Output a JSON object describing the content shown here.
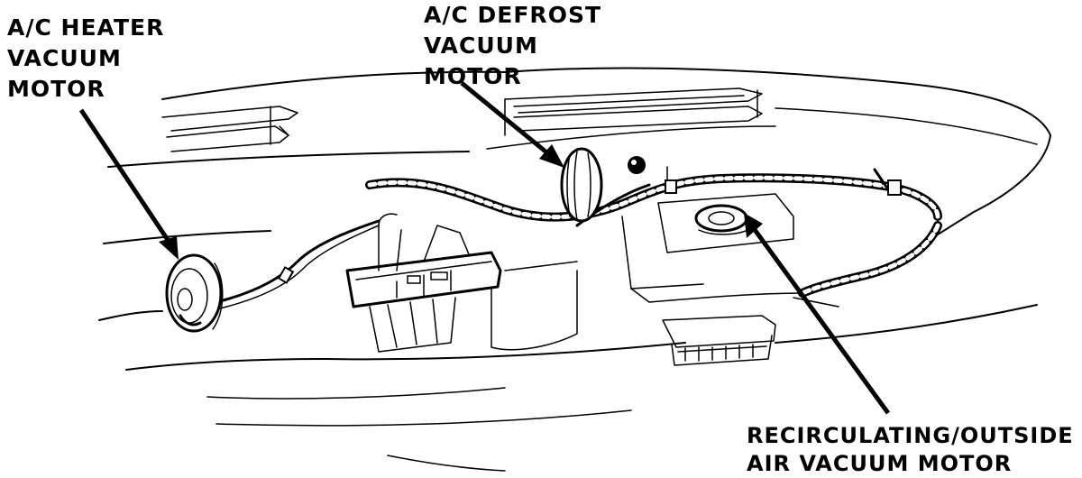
{
  "callouts": {
    "heater": {
      "lines": [
        "A/C HEATER",
        "VACUUM",
        "MOTOR"
      ]
    },
    "defrost": {
      "lines": [
        "A/C DEFROST",
        "VACUUM",
        "MOTOR"
      ]
    },
    "recirc": {
      "lines": [
        "RECIRCULATING/OUTSIDE",
        "AIR VACUUM MOTOR"
      ]
    }
  }
}
